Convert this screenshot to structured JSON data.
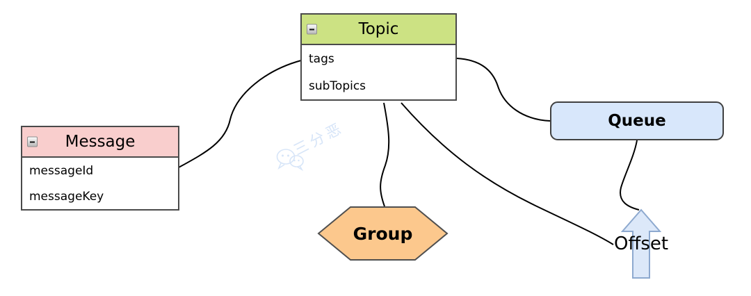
{
  "nodes": {
    "topic": {
      "title": "Topic",
      "rows": [
        "tags",
        "subTopics"
      ],
      "header_color": "#cce283",
      "collapse_icon": "minus"
    },
    "message": {
      "title": "Message",
      "rows": [
        "messageId",
        "messageKey"
      ],
      "header_color": "#f9cecd",
      "collapse_icon": "minus"
    },
    "queue": {
      "label": "Queue",
      "fill_color": "#d8e7fb",
      "shape": "rounded-rectangle"
    },
    "group": {
      "label": "Group",
      "fill_color": "#fcc88d",
      "shape": "hexagon"
    },
    "offset": {
      "label": "Offset",
      "shape": "up-arrow",
      "arrow_fill_color": "#dce8f9",
      "arrow_border_color": "#8da9cf"
    }
  },
  "edges": [
    {
      "from": "message",
      "to": "topic"
    },
    {
      "from": "topic",
      "to": "queue"
    },
    {
      "from": "topic",
      "to": "group"
    },
    {
      "from": "topic",
      "to": "offset"
    },
    {
      "from": "queue",
      "to": "offset"
    }
  ],
  "watermark": {
    "icon": "wechat-icon",
    "text": "三分恶",
    "color": "#d7e5f8"
  },
  "colors": {
    "background": "#ffffff",
    "connector": "#000000",
    "node_border": "#4a4a4a"
  }
}
